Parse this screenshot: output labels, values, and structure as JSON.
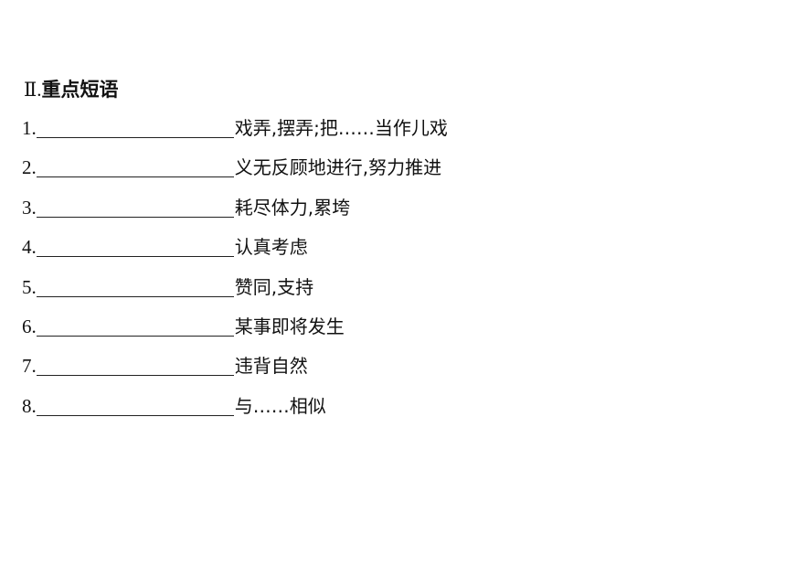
{
  "section": {
    "numeral": "Ⅱ.",
    "title": "重点短语"
  },
  "items": [
    {
      "number": "1.",
      "meaning": "戏弄,摆弄;把……当作儿戏"
    },
    {
      "number": "2.",
      "meaning": "义无反顾地进行,努力推进"
    },
    {
      "number": "3.",
      "meaning": "耗尽体力,累垮"
    },
    {
      "number": "4.",
      "meaning": "认真考虑"
    },
    {
      "number": "5.",
      "meaning": "赞同,支持"
    },
    {
      "number": "6.",
      "meaning": "某事即将发生"
    },
    {
      "number": "7.",
      "meaning": "违背自然"
    },
    {
      "number": "8.",
      "meaning": "与……相似"
    }
  ]
}
